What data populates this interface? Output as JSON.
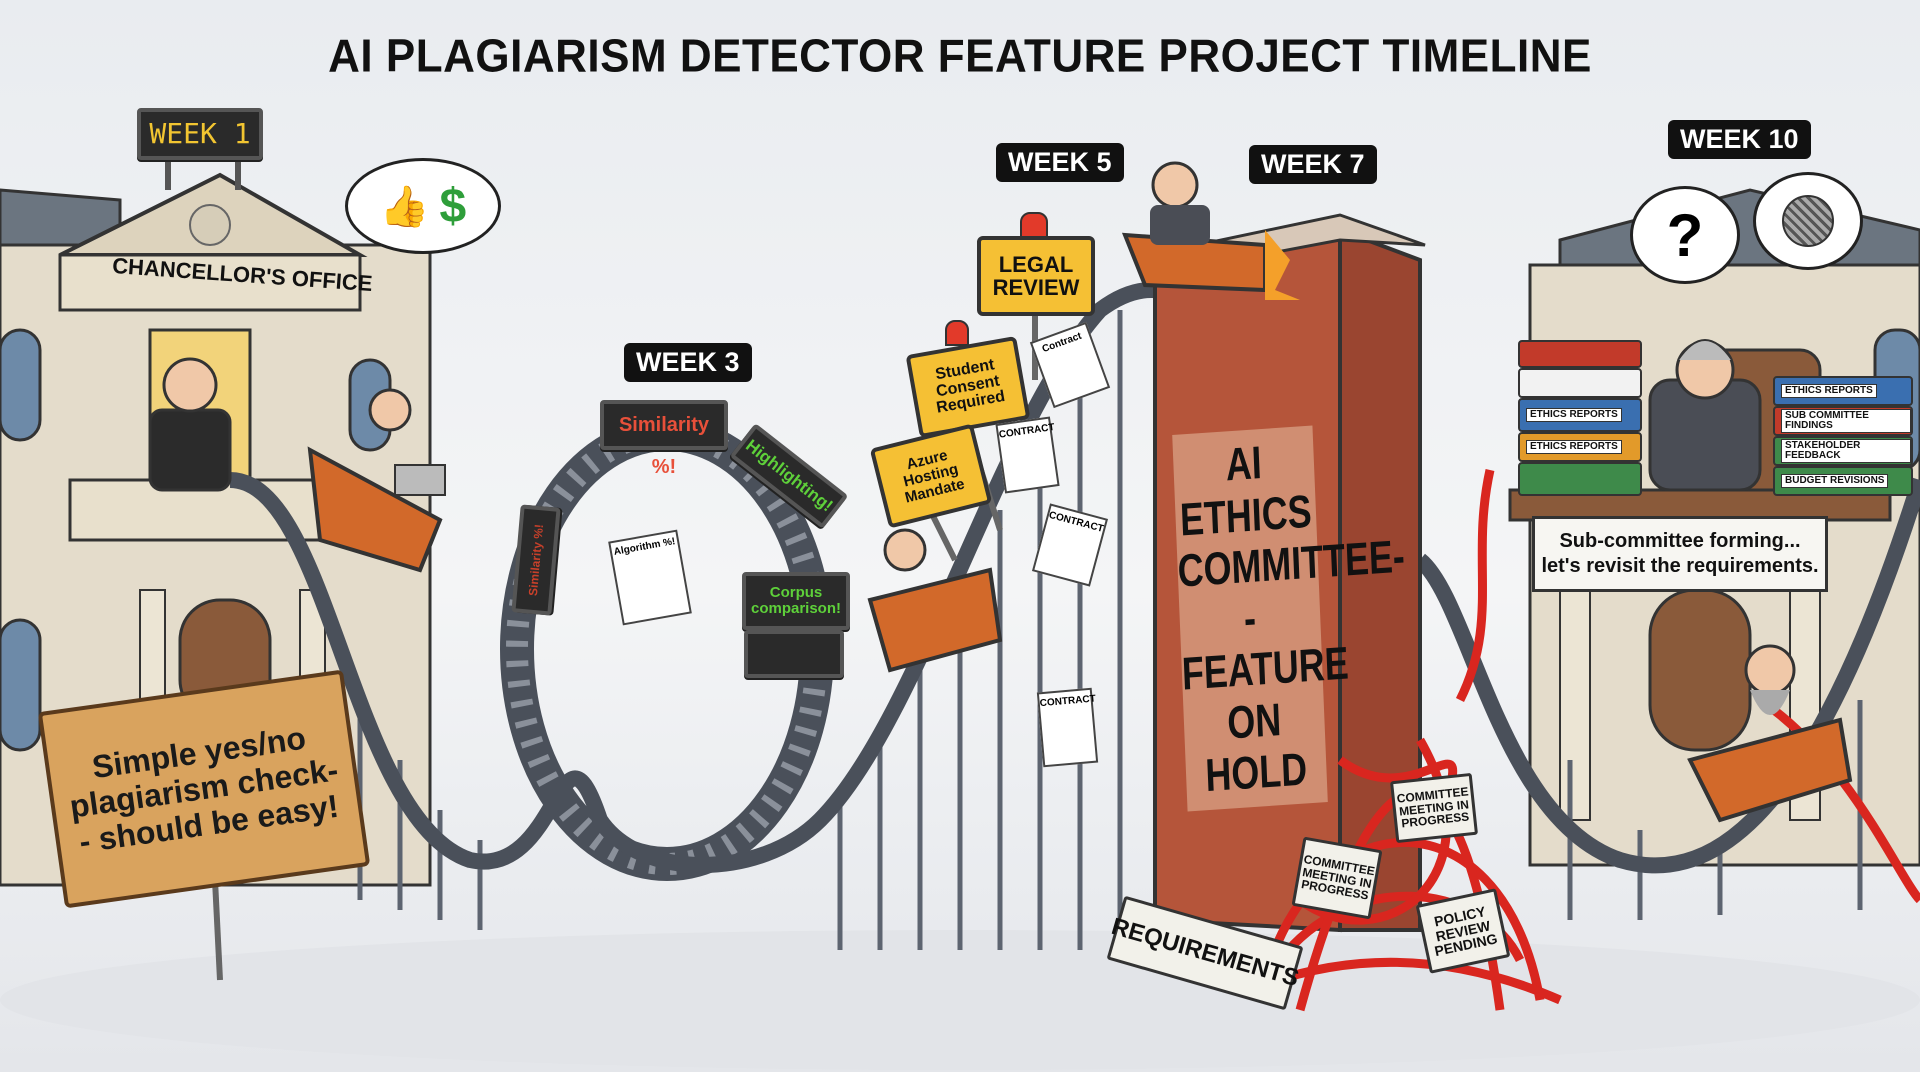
{
  "title": "AI PLAGIARISM DETECTOR FEATURE PROJECT TIMELINE",
  "weeks": [
    "WEEK 1",
    "WEEK 3",
    "WEEK 5",
    "WEEK 7",
    "WEEK 10"
  ],
  "chancellor_building": {
    "label": "CHANCELLOR'S OFFICE",
    "thought_icons": [
      "thumbs-up-icon",
      "dollar-sign-icon"
    ],
    "dollar": "$"
  },
  "start_sign": {
    "line1": "Simple yes/no",
    "line2": "plagiarism check-",
    "line3": "- should be easy!"
  },
  "loop_signs": {
    "similarity": "Similarity %!",
    "highlighting": "Highlighting!",
    "corpus": "Corpus comparison!",
    "side": "Similarity %!",
    "paper": "Algorithm %!"
  },
  "warning_signs": {
    "legal": "LEGAL REVIEW",
    "consent": "Student Consent Required",
    "azure": "Azure Hosting Mandate"
  },
  "papers": [
    "Contract",
    "CONTRACT",
    "CONTRACT",
    "CONTRACT"
  ],
  "wall": {
    "line1": "AI ETHICS",
    "line2": "COMMITTEE-",
    "line3": "- FEATURE",
    "line4": "ON HOLD"
  },
  "rubble_signs": {
    "requirements": "REQUIREMENTS",
    "committee_1": "COMMITTEE MEETING IN PROGRESS",
    "committee_2": "COMMITTEE MEETING IN PROGRESS",
    "policy": "POLICY REVIEW PENDING"
  },
  "end_scene": {
    "question": "?",
    "binders_left": [
      "ETHICS REPORTS",
      "ETHICS REPORTS"
    ],
    "binders_right": [
      "ETHICS REPORTS",
      "SUB COMMITTEE FINDINGS",
      "STAKEHOLDER FEEDBACK",
      "BUDGET REVISIONS"
    ],
    "desk_sign_line1": "Sub-committee forming...",
    "desk_sign_line2": "let's revisit the requirements."
  },
  "colors": {
    "brick": "#b5553a",
    "red_tape": "#d9261f",
    "sign_yellow": "#f5c034",
    "led_red": "#e8503a",
    "led_green": "#5ed03a",
    "cart": "#d2692a"
  }
}
